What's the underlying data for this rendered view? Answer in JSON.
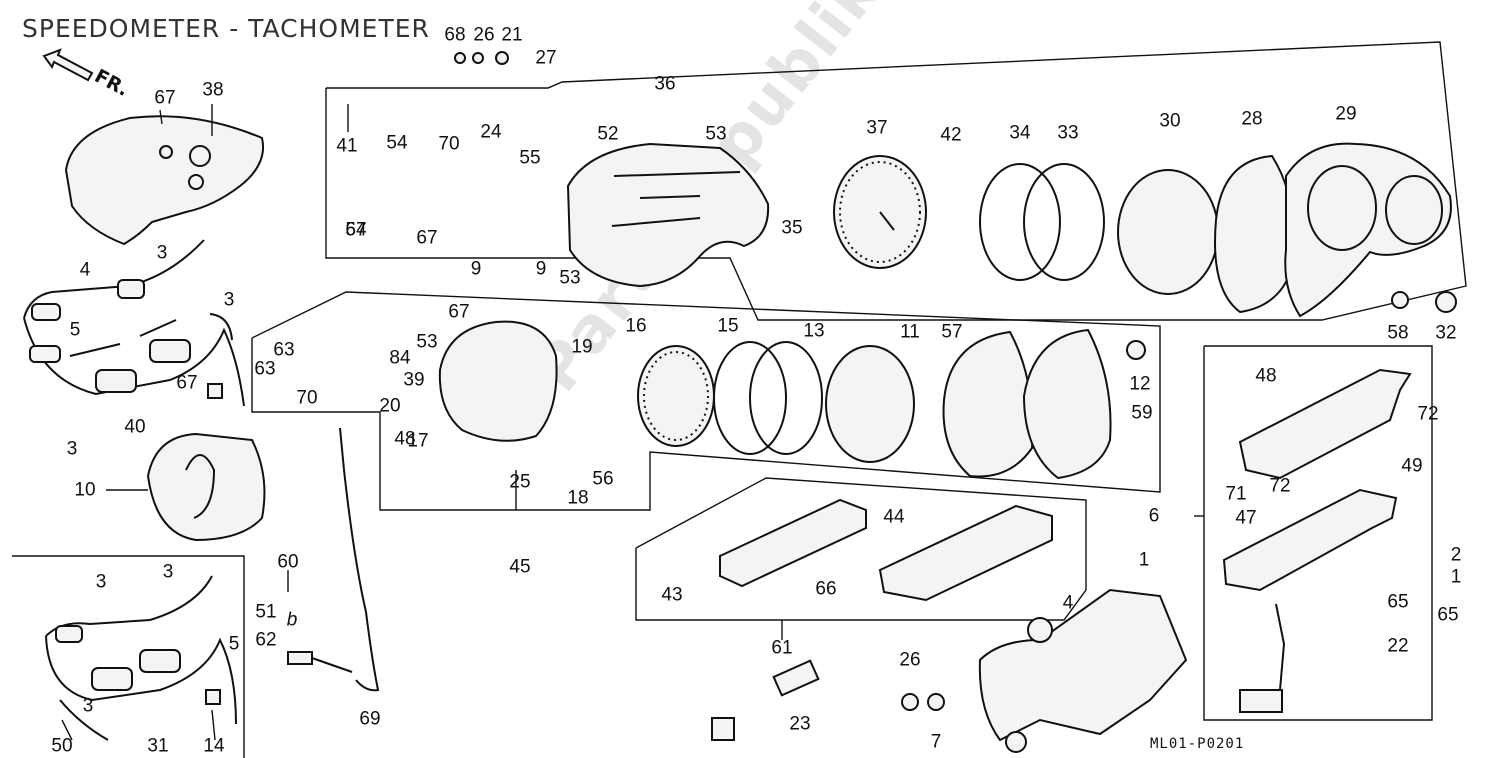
{
  "title": "SPEEDOMETER - TACHOMETER",
  "direction": "FR.",
  "diagram_code": "ML01-P0201",
  "watermark": "PartsRepublik",
  "callouts": [
    "68",
    "26",
    "21",
    "27",
    "67",
    "38",
    "41",
    "54",
    "70",
    "24",
    "55",
    "36",
    "52",
    "53",
    "37",
    "42",
    "34",
    "33",
    "30",
    "28",
    "29",
    "4",
    "3",
    "5",
    "67",
    "35",
    "54",
    "67",
    "9",
    "9",
    "53",
    "3",
    "63",
    "63",
    "67",
    "53",
    "84",
    "39",
    "20",
    "70",
    "48",
    "19",
    "16",
    "15",
    "13",
    "11",
    "57",
    "12",
    "59",
    "58",
    "32",
    "67",
    "3",
    "40",
    "17",
    "25",
    "56",
    "18",
    "10",
    "45",
    "44",
    "66",
    "43",
    "61",
    "48",
    "72",
    "49",
    "72",
    "71",
    "47",
    "6",
    "1",
    "2",
    "1",
    "65",
    "65",
    "22",
    "4",
    "3",
    "3",
    "5",
    "3",
    "31",
    "14",
    "50",
    "60",
    "51",
    "b",
    "62",
    "69",
    "26",
    "7",
    "23"
  ]
}
